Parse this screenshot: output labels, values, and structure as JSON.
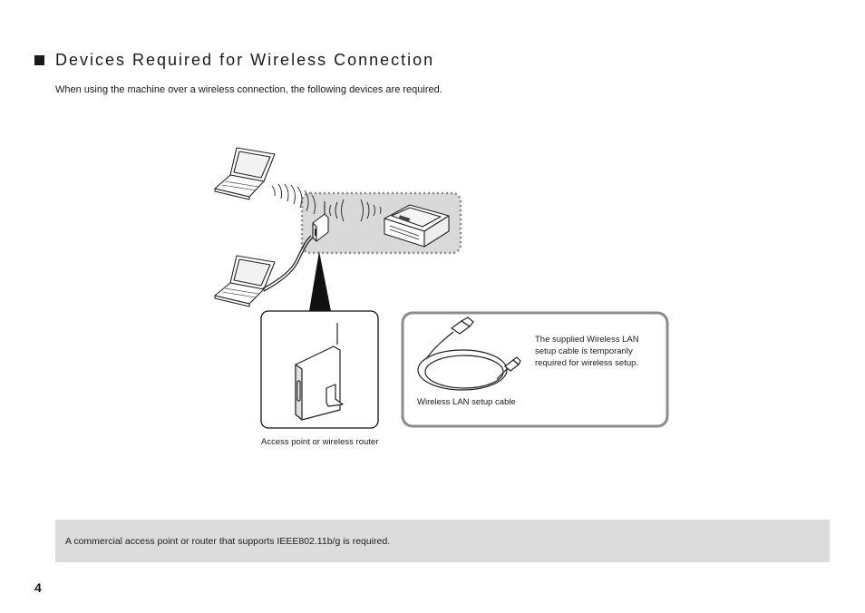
{
  "section": {
    "title": "Devices Required for Wireless Connection",
    "intro": "When using the machine over a wireless connection, the following devices are required."
  },
  "diagram": {
    "router_caption": "Access point or wireless router",
    "cable_caption": "Wireless LAN setup cable",
    "cable_note": "The supplied Wireless LAN setup cable is temporarily required for wireless setup.",
    "icons": [
      "bullet-square-icon",
      "laptop-icon",
      "wireless-waves-icon",
      "access-point-icon",
      "printer-icon",
      "usb-cable-icon"
    ],
    "colors": {
      "highlight_area": "#d9d9d9",
      "dotted_border": "#8a8a8a",
      "cable_box_border": "#8c8c8c"
    }
  },
  "footer_note": "A commercial access point or router that supports IEEE802.11b/g is required.",
  "page_number": "4"
}
